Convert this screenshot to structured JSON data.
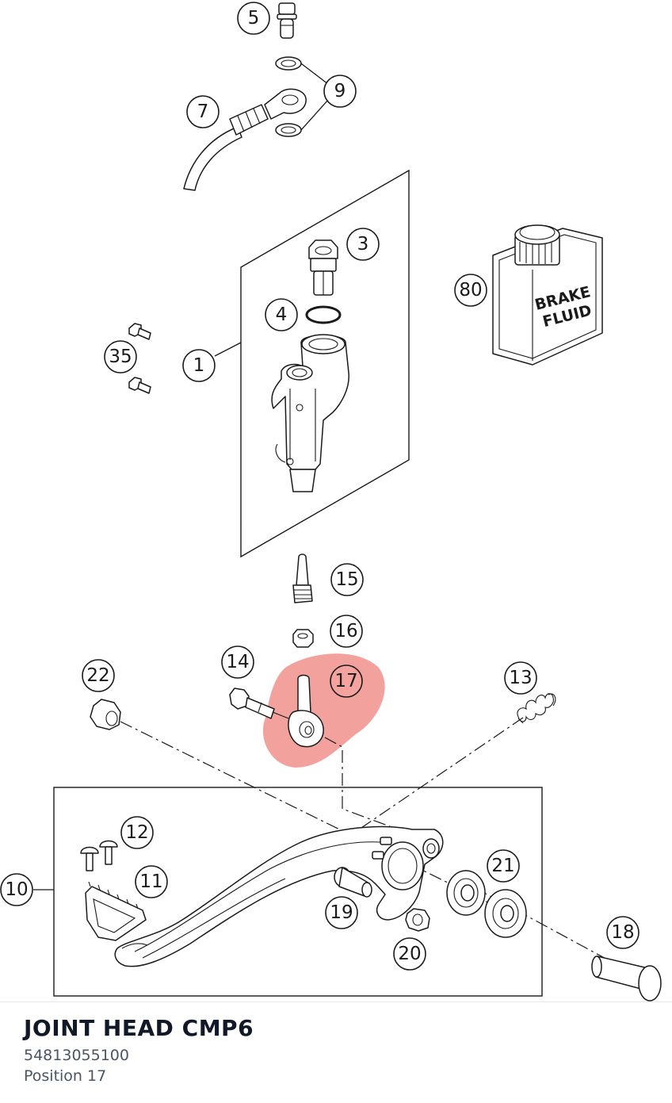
{
  "diagram": {
    "highlight_color": "#f08a85",
    "highlighted_position": "17",
    "callouts": {
      "c5": "5",
      "c9": "9",
      "c7": "7",
      "c3": "3",
      "c4": "4",
      "c80": "80",
      "c35": "35",
      "c1": "1",
      "c15": "15",
      "c16": "16",
      "c14": "14",
      "c17": "17",
      "c22": "22",
      "c13": "13",
      "c12": "12",
      "c11": "11",
      "c10": "10",
      "c21": "21",
      "c19": "19",
      "c20": "20",
      "c18": "18"
    },
    "can_label": {
      "line1": "BRAKE",
      "line2": "FLUID"
    }
  },
  "selected_part": {
    "name": "JOINT HEAD CMP6",
    "number": "54813055100",
    "position": "Position 17"
  }
}
